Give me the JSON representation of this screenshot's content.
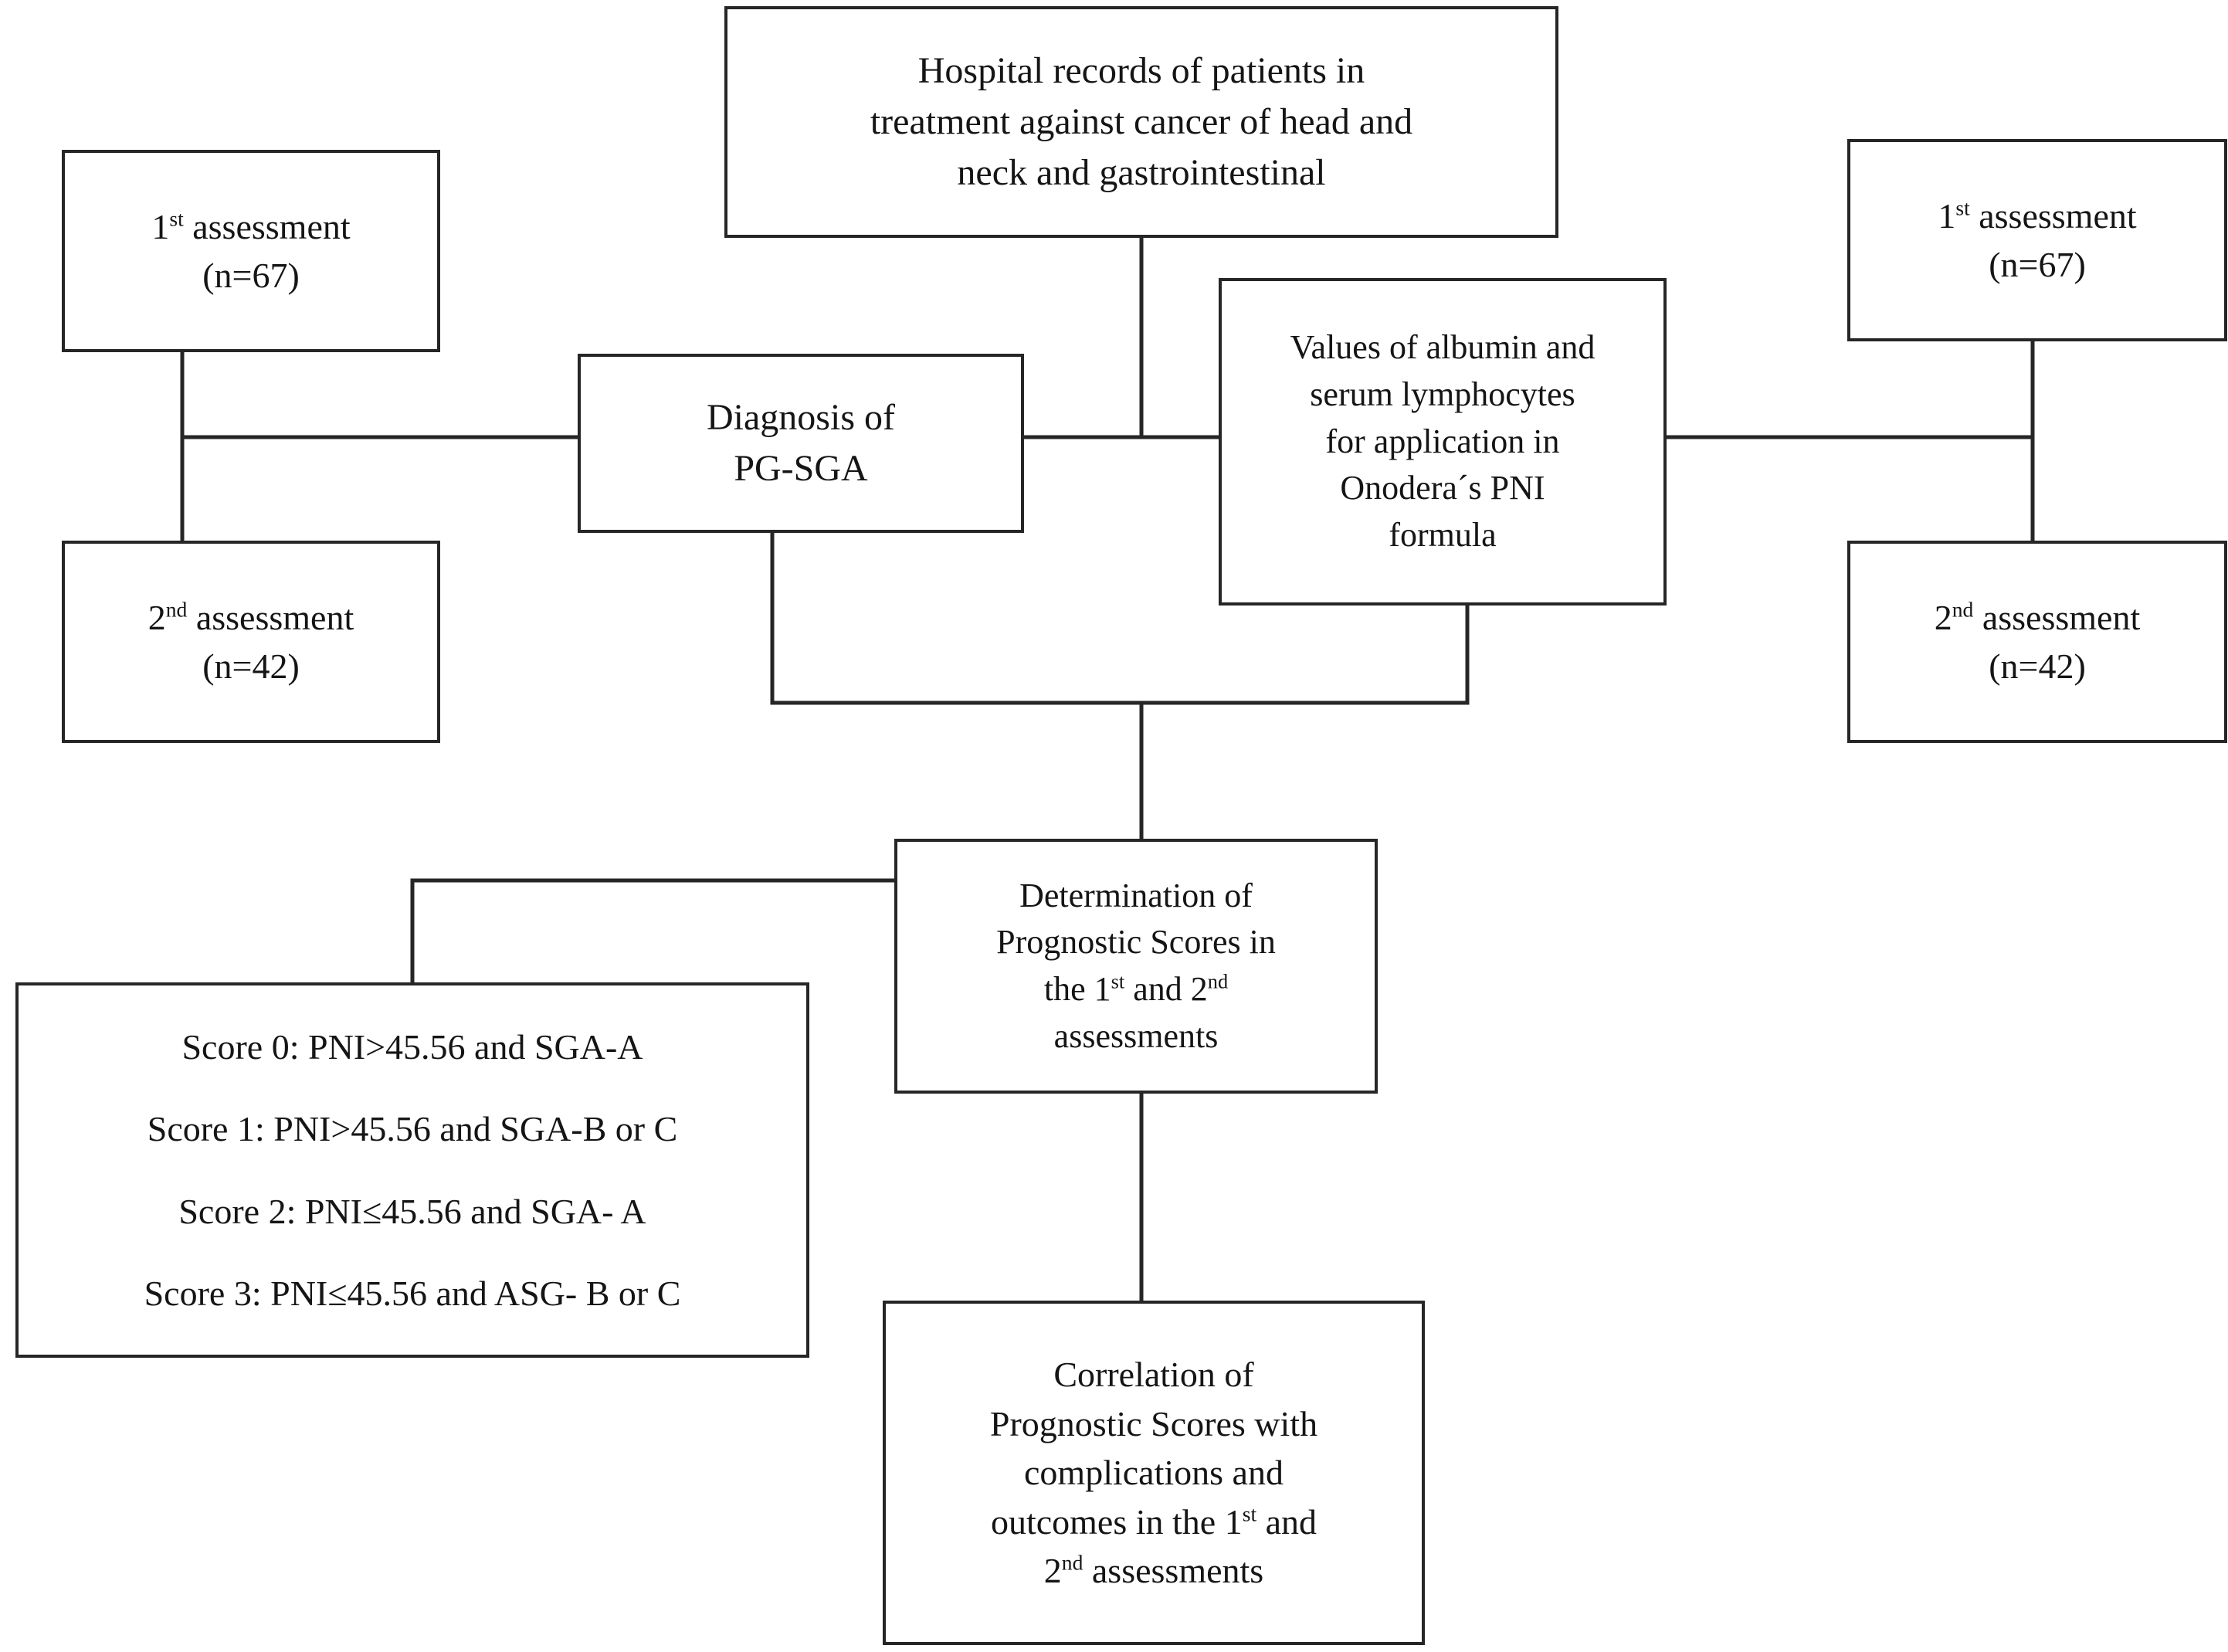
{
  "diagram": {
    "type": "flowchart",
    "title": "Study design flowchart: PG-SGA and Onodera's PNI prognostic scores",
    "line_color": "#262626",
    "background_color": "#ffffff",
    "nodes": {
      "hospital_records": {
        "lines": [
          "Hospital records of patients in",
          "treatment against cancer of head and",
          "neck and gastrointestinal"
        ]
      },
      "left_first_assessment": {
        "lines": [
          "1st assessment",
          "(n=67)"
        ],
        "ordinal": "1",
        "ordinal_suffix": "st",
        "count": "(n=67)"
      },
      "left_second_assessment": {
        "lines": [
          "2nd assessment",
          "(n=42)"
        ],
        "ordinal": "2",
        "ordinal_suffix": "nd",
        "count": "(n=42)"
      },
      "pg_sga": {
        "lines": [
          "Diagnosis of",
          "PG-SGA"
        ]
      },
      "albumin_values": {
        "lines": [
          "Values of albumin and",
          "serum lymphocytes",
          "for application in",
          "Onodera´s PNI",
          "formula"
        ]
      },
      "right_first_assessment": {
        "lines": [
          "1st assessment",
          "(n=67)"
        ],
        "ordinal": "1",
        "ordinal_suffix": "st",
        "count": "(n=67)"
      },
      "right_second_assessment": {
        "lines": [
          "2nd assessment",
          "(n=42)"
        ],
        "ordinal": "2",
        "ordinal_suffix": "nd",
        "count": "(n=42)"
      },
      "determination": {
        "lines": [
          "Determination of",
          "Prognostic Scores in",
          "the 1st and 2nd",
          "assessments"
        ],
        "line1": "Determination of",
        "line2": "Prognostic Scores in",
        "line3_prefix": "the 1",
        "line3_sup1": "st",
        "line3_mid": " and 2",
        "line3_sup2": "nd",
        "line4": "assessments"
      },
      "score_legend": {
        "items": [
          "Score 0: PNI>45.56 and SGA-A",
          "Score 1: PNI>45.56 and SGA-B or C",
          "Score 2: PNI≤45.56 and SGA- A",
          "Score 3: PNI≤45.56 and ASG- B or C"
        ]
      },
      "correlation": {
        "lines": [
          "Correlation of",
          "Prognostic Scores with",
          "complications and",
          "outcomes in the 1st and",
          "2nd assessments"
        ],
        "line1": "Correlation of",
        "line2": "Prognostic Scores with",
        "line3": "complications and",
        "line4_prefix": "outcomes in the 1",
        "line4_sup": "st",
        "line4_suffix": " and",
        "line5_prefix": "2",
        "line5_sup": "nd",
        "line5_suffix": " assessments"
      }
    },
    "edges": [
      {
        "from": "hospital_records",
        "to": "pg_sga_albumin_junction"
      },
      {
        "from": "left_first_assessment",
        "to": "left_spine"
      },
      {
        "from": "left_second_assessment",
        "to": "left_spine"
      },
      {
        "from": "left_spine",
        "to": "pg_sga"
      },
      {
        "from": "pg_sga",
        "to": "albumin_values"
      },
      {
        "from": "right_first_assessment",
        "to": "right_spine"
      },
      {
        "from": "right_second_assessment",
        "to": "right_spine"
      },
      {
        "from": "right_spine",
        "to": "albumin_values"
      },
      {
        "from": "pg_sga",
        "to": "determination"
      },
      {
        "from": "albumin_values",
        "to": "determination"
      },
      {
        "from": "determination",
        "to": "score_legend"
      },
      {
        "from": "determination",
        "to": "correlation"
      }
    ]
  }
}
